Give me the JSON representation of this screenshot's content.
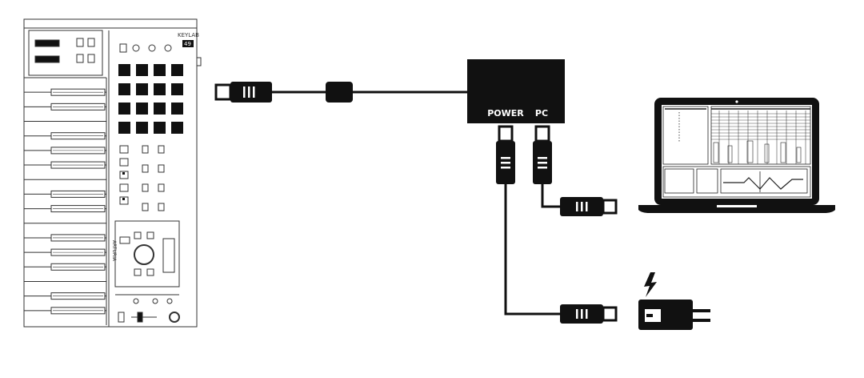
{
  "hub": {
    "power_label": "POWER",
    "pc_label": "PC"
  },
  "keyboard": {
    "model_text": "KEYLAB",
    "model_number": "49",
    "brand_text": "ARTURIA"
  },
  "colors": {
    "ink": "#111111",
    "outline": "#333333",
    "background": "#ffffff"
  },
  "icons": {
    "power": "lightning-bolt-icon",
    "adapter": "power-adapter-icon"
  }
}
